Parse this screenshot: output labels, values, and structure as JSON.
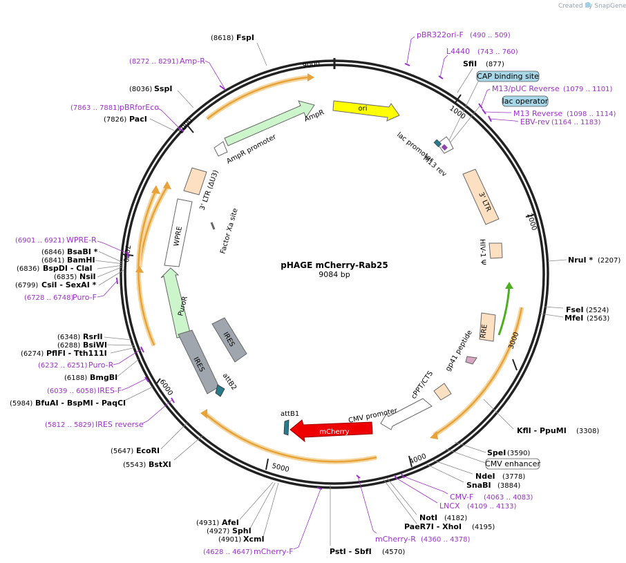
{
  "watermark": "Created by SnapGene",
  "plasmid": {
    "name": "pHAGE mCherry-Rab25",
    "size": "9084 bp",
    "total": 9084
  },
  "colors": {
    "ring": "#222222",
    "enzyme": "#000000",
    "primer": "#9b30c8",
    "misc_box_fill": "#a8d8e8",
    "orf_orange": "#e8a23a",
    "orf_glow": "#f6d7a1",
    "rre_green": "#4caf1e",
    "ori": "#ffff00",
    "ampr": "#ccf5cc",
    "ltr": "#fde0c2",
    "ires": "#a0a6ad",
    "mcherry": "#ee0000",
    "attb": "#2a7a8c"
  },
  "ticks": [
    "1000",
    "2000",
    "3000",
    "4000",
    "5000",
    "6000",
    "7000",
    "8000",
    "9000"
  ],
  "features": [
    {
      "name": "ori",
      "label": "ori"
    },
    {
      "name": "ampr",
      "label": "AmpR"
    },
    {
      "name": "ampr-promoter",
      "label": "AmpR promoter"
    },
    {
      "name": "ltr3-du3",
      "label": "3' LTR (ΔU3)"
    },
    {
      "name": "wpre",
      "label": "WPRE"
    },
    {
      "name": "factor-xa",
      "label": "Factor Xa site"
    },
    {
      "name": "puror",
      "label": "PuroR"
    },
    {
      "name": "ires",
      "label": "IRES"
    },
    {
      "name": "ires2",
      "label": "IRES"
    },
    {
      "name": "attb2",
      "label": "attB2"
    },
    {
      "name": "attb1",
      "label": "attB1"
    },
    {
      "name": "mcherry",
      "label": "mCherry"
    },
    {
      "name": "cmv-promoter",
      "label": "CMV promoter"
    },
    {
      "name": "cppt",
      "label": "cPPT/CTS"
    },
    {
      "name": "gp41",
      "label": "gp41 peptide"
    },
    {
      "name": "rre",
      "label": "RRE"
    },
    {
      "name": "hiv-psi",
      "label": "HIV-1 Ψ"
    },
    {
      "name": "ltr3",
      "label": "3' LTR"
    },
    {
      "name": "lac-promoter",
      "label": "lac promoter"
    },
    {
      "name": "m13rev",
      "label": "M13 rev"
    }
  ],
  "sites": [
    {
      "name": "fspi",
      "label": "FspI",
      "pos": "(8618)",
      "type": "enzyme"
    },
    {
      "name": "ampr-primer",
      "label": "Amp-R",
      "pos": "(8272 .. 8291)",
      "type": "primer"
    },
    {
      "name": "sspi",
      "label": "SspI",
      "pos": "(8036)",
      "type": "enzyme"
    },
    {
      "name": "pbrforeco",
      "label": "pBRforEco",
      "pos": "(7863 .. 7881)",
      "type": "primer"
    },
    {
      "name": "paci",
      "label": "PacI",
      "pos": "(7826)",
      "type": "enzyme"
    },
    {
      "name": "wpre-r",
      "label": "WPRE-R",
      "pos": "(6901 .. 6921)",
      "type": "primer"
    },
    {
      "name": "bsabi",
      "label": "BsaBI *",
      "pos": "(6846)",
      "type": "enzyme"
    },
    {
      "name": "bamhi",
      "label": "BamHI",
      "pos": "(6841)",
      "type": "enzyme"
    },
    {
      "name": "bspdi",
      "label": "BspDI  - ClaI",
      "pos": "(6836)",
      "type": "enzyme"
    },
    {
      "name": "nsii",
      "label": "NsiI",
      "pos": "(6835)",
      "type": "enzyme"
    },
    {
      "name": "csii",
      "label": "CsiI  - SexAI *",
      "pos": "(6799)",
      "type": "enzyme"
    },
    {
      "name": "puro-f",
      "label": "Puro-F",
      "pos": "(6728 .. 6748)",
      "type": "primer"
    },
    {
      "name": "rsrii",
      "label": "RsrII",
      "pos": "(6348)",
      "type": "enzyme"
    },
    {
      "name": "bsiwi",
      "label": "BsiWI",
      "pos": "(6288)",
      "type": "enzyme"
    },
    {
      "name": "pflfi",
      "label": "PflFI  - Tth111I",
      "pos": "(6274)",
      "type": "enzyme"
    },
    {
      "name": "puro-r",
      "label": "Puro-R",
      "pos": "(6232 .. 6251)",
      "type": "primer"
    },
    {
      "name": "bmgbi",
      "label": "BmgBI",
      "pos": "(6188)",
      "type": "enzyme"
    },
    {
      "name": "ires-f",
      "label": "IRES-F",
      "pos": "(6039 .. 6058)",
      "type": "primer"
    },
    {
      "name": "bfuai",
      "label": "BfuAI  - BspMI  - PaqCI",
      "pos": "(5984)",
      "type": "enzyme"
    },
    {
      "name": "ires-reverse",
      "label": "IRES reverse",
      "pos": "(5812 .. 5829)",
      "type": "primer"
    },
    {
      "name": "ecori",
      "label": "EcoRI",
      "pos": "(5647)",
      "type": "enzyme"
    },
    {
      "name": "bstxi",
      "label": "BstXI",
      "pos": "(5543)",
      "type": "enzyme"
    },
    {
      "name": "afei",
      "label": "AfeI",
      "pos": "(4931)",
      "type": "enzyme"
    },
    {
      "name": "sphi",
      "label": "SphI",
      "pos": "(4927)",
      "type": "enzyme"
    },
    {
      "name": "xcmi",
      "label": "XcmI",
      "pos": "(4901)",
      "type": "enzyme"
    },
    {
      "name": "mcherry-f",
      "label": "mCherry-F",
      "pos": "(4628 .. 4647)",
      "type": "primer"
    },
    {
      "name": "psti",
      "label": "PstI  - SbfI",
      "pos": "(4570)",
      "type": "enzyme"
    },
    {
      "name": "mcherry-r",
      "label": "mCherry-R",
      "pos": "(4360 .. 4378)",
      "type": "primer"
    },
    {
      "name": "paer7i",
      "label": "PaeR7I  - XhoI",
      "pos": "(4195)",
      "type": "enzyme"
    },
    {
      "name": "noti",
      "label": "NotI",
      "pos": "(4182)",
      "type": "enzyme"
    },
    {
      "name": "lncx",
      "label": "LNCX",
      "pos": "(4109 .. 4133)",
      "type": "primer"
    },
    {
      "name": "cmv-f",
      "label": "CMV-F",
      "pos": "(4063 .. 4083)",
      "type": "primer"
    },
    {
      "name": "snabi",
      "label": "SnaBI",
      "pos": "(3884)",
      "type": "enzyme"
    },
    {
      "name": "ndei",
      "label": "NdeI",
      "pos": "(3778)",
      "type": "enzyme"
    },
    {
      "name": "cmv-enhancer",
      "label": "CMV enhancer",
      "pos": "",
      "type": "box"
    },
    {
      "name": "spei",
      "label": "SpeI",
      "pos": "(3590)",
      "type": "enzyme"
    },
    {
      "name": "kfli",
      "label": "KflI  - PpuMI",
      "pos": "(3308)",
      "type": "enzyme"
    },
    {
      "name": "msei",
      "label": "MfeI",
      "pos": "(2563)",
      "type": "enzyme"
    },
    {
      "name": "fsei",
      "label": "FseI",
      "pos": "(2524)",
      "type": "enzyme"
    },
    {
      "name": "nrui",
      "label": "NruI *",
      "pos": "(2207)",
      "type": "enzyme"
    },
    {
      "name": "ebv-rev",
      "label": "EBV-rev",
      "pos": "(1164 .. 1183)",
      "type": "primer"
    },
    {
      "name": "m13-reverse",
      "label": "M13 Reverse",
      "pos": "(1098 .. 1114)",
      "type": "primer"
    },
    {
      "name": "lac-operator",
      "label": "lac operator",
      "pos": "",
      "type": "box"
    },
    {
      "name": "m13puc-reverse",
      "label": "M13/pUC Reverse",
      "pos": "(1079 .. 1101)",
      "type": "primer"
    },
    {
      "name": "cap-site",
      "label": "CAP binding site",
      "pos": "",
      "type": "box"
    },
    {
      "name": "sfii",
      "label": "SfiI",
      "pos": "(877)",
      "type": "enzyme"
    },
    {
      "name": "l4440",
      "label": "L4440",
      "pos": "(743 .. 760)",
      "type": "primer"
    },
    {
      "name": "pbr322ori-f",
      "label": "pBR322ori-F",
      "pos": "(490 .. 509)",
      "type": "primer"
    }
  ]
}
